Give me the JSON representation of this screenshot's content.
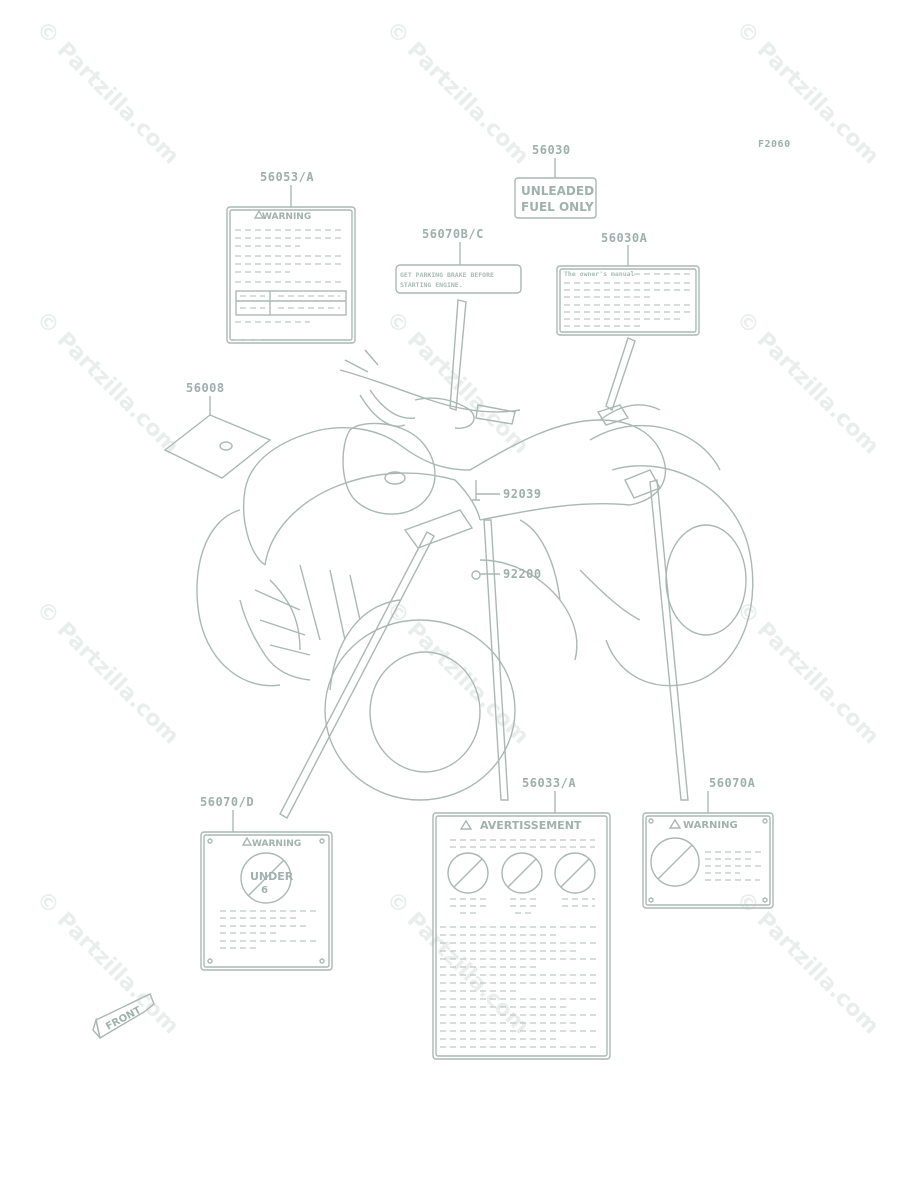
{
  "diagram": {
    "figure_code": "F2060",
    "watermark_text": "© Partzilla.com",
    "parts": [
      {
        "id": "p-56053a",
        "number": "56053/A"
      },
      {
        "id": "p-56030",
        "number": "56030"
      },
      {
        "id": "p-56070bc",
        "number": "56070B/C"
      },
      {
        "id": "p-56030a",
        "number": "56030A"
      },
      {
        "id": "p-56008",
        "number": "56008"
      },
      {
        "id": "p-92039",
        "number": "92039"
      },
      {
        "id": "p-92200",
        "number": "92200"
      },
      {
        "id": "p-56070d",
        "number": "56070/D"
      },
      {
        "id": "p-56033a",
        "number": "56033/A"
      },
      {
        "id": "p-56070a",
        "number": "56070A"
      }
    ],
    "labels": {
      "fuel_line1": "UNLEADED",
      "fuel_line2": "FUEL ONLY",
      "parking_line1": "GET PARKING BRAKE BEFORE",
      "parking_line2": "STARTING ENGINE.",
      "owners_manual": "The owner's manual",
      "warning": "WARNING",
      "avertissement": "AVERTISSEMENT",
      "under_line1": "UNDER",
      "under_line2": "6",
      "front_arrow": "FRONT"
    }
  }
}
